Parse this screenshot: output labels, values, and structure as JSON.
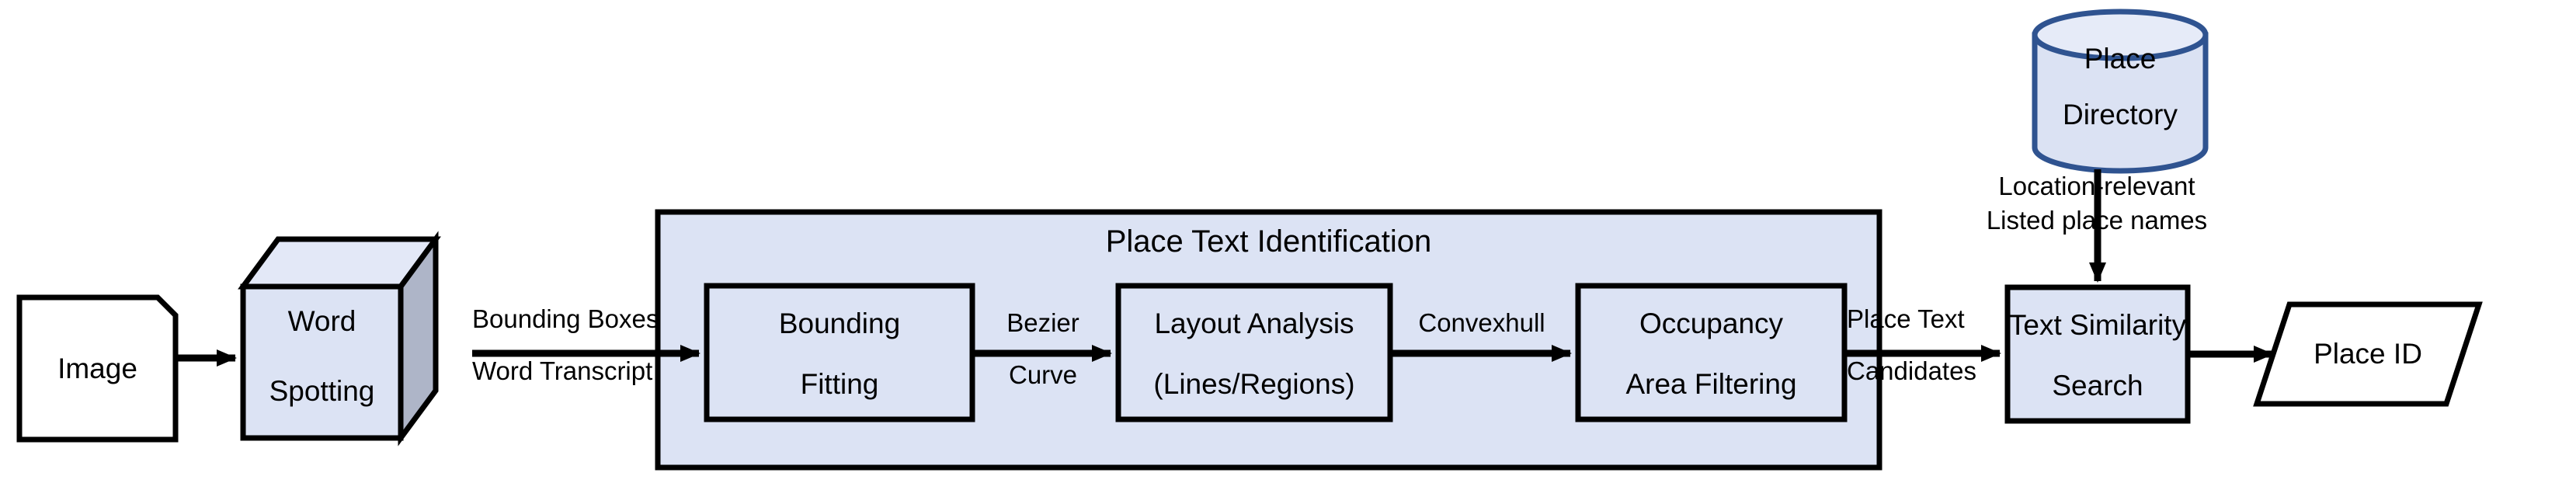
{
  "diagram": {
    "title": "Place Text Identification pipeline",
    "colors": {
      "panel_fill": "#dce3f4",
      "node_fill": "#dce3f4",
      "white_fill": "#ffffff",
      "cube_side_fill": "#aeb5c8",
      "cube_top_fill": "#e3e8f7",
      "cylinder_fill": "#dbe2f3",
      "cylinder_top_fill": "#e6ebf8",
      "cylinder_stroke": "#2f5390",
      "stroke": "#000000"
    },
    "panel": {
      "label": "Place Text Identification"
    },
    "nodes": {
      "image": {
        "label": "Image",
        "shape": "document"
      },
      "word_spotting": {
        "line1": "Word",
        "line2": "Spotting",
        "shape": "cube"
      },
      "bounding_fitting": {
        "line1": "Bounding",
        "line2": "Fitting",
        "shape": "rect"
      },
      "layout_analysis": {
        "line1": "Layout Analysis",
        "line2": "(Lines/Regions)",
        "shape": "rect"
      },
      "occupancy_area_filtering": {
        "line1": "Occupancy",
        "line2": "Area Filtering",
        "shape": "rect"
      },
      "place_directory": {
        "line1": "Place",
        "line2": "Directory",
        "shape": "cylinder"
      },
      "text_similarity_search": {
        "line1": "Text Similarity",
        "line2": "Search",
        "shape": "rect"
      },
      "place_id": {
        "label": "Place ID",
        "shape": "parallelogram"
      }
    },
    "edges": {
      "image_to_word_spotting": {
        "label": ""
      },
      "word_spotting_to_bounding_fitting": {
        "line1": "Bounding Boxes",
        "line2": "Word Transcript"
      },
      "bounding_fitting_to_layout_analysis": {
        "line1": "Bezier",
        "line2": "Curve"
      },
      "layout_analysis_to_occupancy": {
        "line1": "Convexhull",
        "line2": ""
      },
      "occupancy_to_text_similarity": {
        "line1": "Place Text",
        "line2": "Candidates"
      },
      "place_directory_to_text_similarity": {
        "line1": "Location-relevant",
        "line2": "Listed place names"
      },
      "text_similarity_to_place_id": {
        "label": ""
      }
    }
  }
}
